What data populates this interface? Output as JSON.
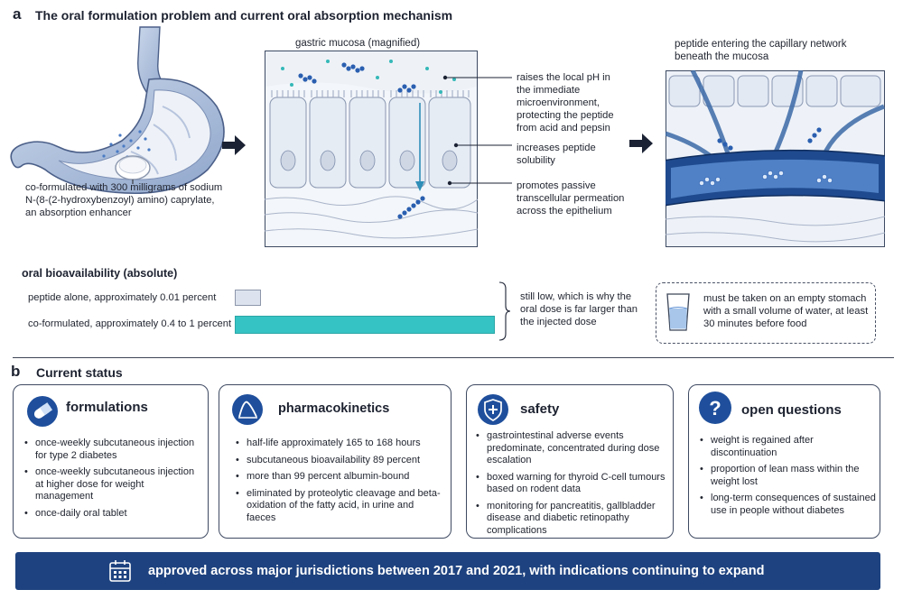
{
  "panel_a": {
    "letter": "a",
    "title": "The oral formulation problem and current oral absorption mechanism",
    "stomach_caption": "co-formulated with 300 milligrams of sodium N-(8-(2-hydroxybenzoyl) amino) caprylate, an absorption enhancer",
    "mucosa_title": "gastric mucosa (magnified)",
    "capillary_title": "peptide entering the capillary network beneath the mucosa",
    "annotations": [
      "raises the local pH in the immediate microenvironment, protecting the peptide from acid and pepsin",
      "increases peptide solubility",
      "promotes passive transcellular permeation across the epithelium"
    ],
    "bioavailability": {
      "title": "oral bioavailability (absolute)",
      "rows": [
        {
          "label": "peptide alone, approximately 0.01 percent",
          "fill": 0.1,
          "color": "#dde3ee"
        },
        {
          "label": "co-formulated, approximately 0.4 to 1 percent",
          "fill": 1.0,
          "color": "#36c3c3"
        }
      ],
      "note": "still low, which is why the oral dose is far larger than the injected dose"
    },
    "dosing_note": "must be taken on an empty stomach with a small volume of water, at least 30 minutes before food"
  },
  "panel_b": {
    "letter": "b",
    "title": "Current status",
    "cards": [
      {
        "icon": "pill-icon",
        "title": "formulations",
        "items": [
          "once-weekly subcutaneous injection for type 2 diabetes",
          "once-weekly subcutaneous injection at higher dose for weight management",
          "once-daily oral tablet"
        ]
      },
      {
        "icon": "pk-curve-icon",
        "title": "pharmacokinetics",
        "items": [
          "half-life approximately 165 to 168 hours",
          "subcutaneous bioavailability 89 percent",
          "more than 99 percent albumin-bound",
          "eliminated by proteolytic cleavage and beta-oxidation of the fatty acid, in urine and faeces"
        ]
      },
      {
        "icon": "shield-plus-icon",
        "title": "safety",
        "items": [
          "gastrointestinal adverse events predominate, concentrated during dose escalation",
          "boxed warning for thyroid C-cell tumours based on rodent data",
          "monitoring for pancreatitis, gallbladder disease and diabetic retinopathy complications"
        ]
      },
      {
        "icon": "question-icon",
        "title": "open questions",
        "items": [
          "weight is regained after discontinuation",
          "proportion of lean mass within the weight lost",
          "long-term consequences of sustained use in people without diabetes"
        ]
      }
    ],
    "banner": "approved across major jurisdictions between 2017 and 2021, with indications continuing to expand"
  },
  "colors": {
    "navy": "#1e427f",
    "teal": "#36c3c3",
    "peptide_blue": "#2a5fb0",
    "tissue": "#e4eaf3"
  }
}
